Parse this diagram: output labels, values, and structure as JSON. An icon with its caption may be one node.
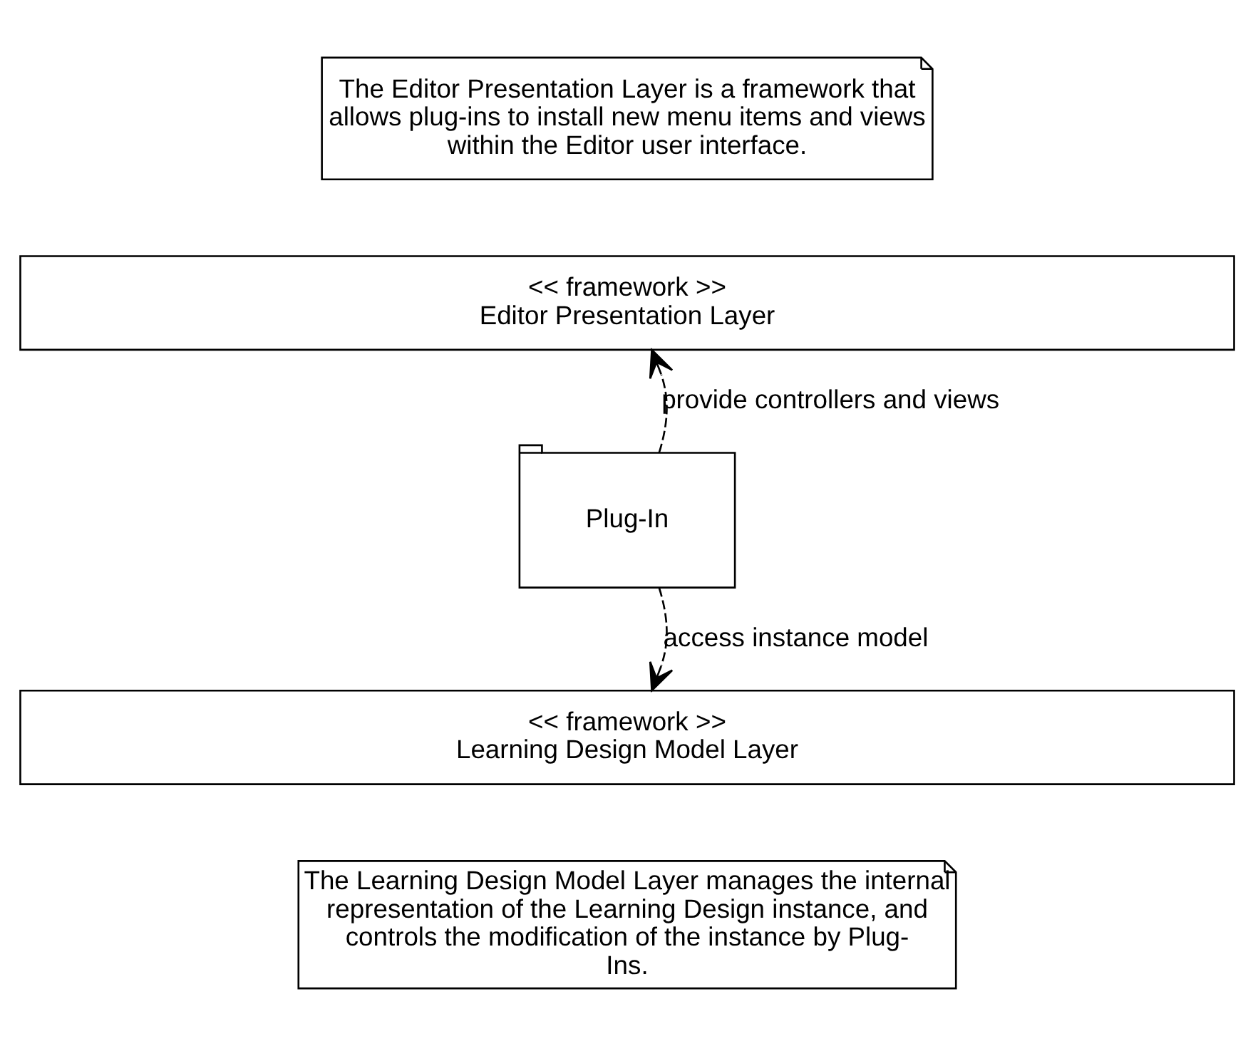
{
  "diagram": {
    "nodes": [
      {
        "text": [
          "The Editor Presentation Layer is a framework that allows plug-ins to install new menu items and views within the Editor user interface."
        ]
      },
      {
        "text": [
          "<< framework >>",
          "Editor Presentation Layer"
        ]
      },
      {
        "text": [
          "Plug-In"
        ]
      },
      {
        "text": [
          "<< framework >>",
          "Learning Design Model Layer"
        ]
      },
      {
        "text": [
          "The Learning Design Model Layer manages the internal representation of the Learning Design instance, and controls the modification of the instance by Plug-Ins."
        ]
      }
    ],
    "edges": [
      {
        "from": 2,
        "to": 1,
        "arrow": "to",
        "style": "dashed",
        "label": "provide controllers and views"
      },
      {
        "from": 2,
        "to": 3,
        "arrow": "to",
        "style": "dashed",
        "label": "access instance model"
      }
    ]
  }
}
